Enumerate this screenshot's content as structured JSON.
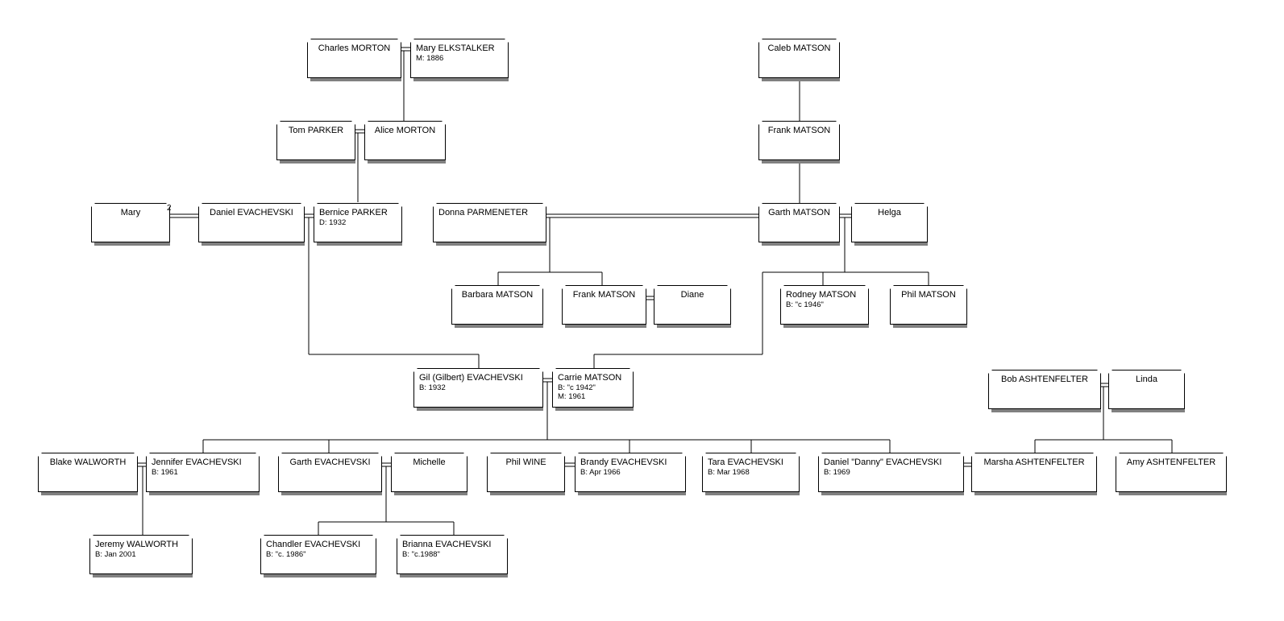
{
  "people": {
    "charles_morton": {
      "name": "Charles MORTON"
    },
    "mary_elkstalker": {
      "name": "Mary ELKSTALKER",
      "events": [
        "M: 1886"
      ]
    },
    "caleb_matson": {
      "name": "Caleb MATSON"
    },
    "tom_parker": {
      "name": "Tom PARKER"
    },
    "alice_morton": {
      "name": "Alice MORTON"
    },
    "frank_matson_sr": {
      "name": "Frank MATSON"
    },
    "mary": {
      "name": "Mary"
    },
    "daniel_evachevski_sr": {
      "name": "Daniel EVACHEVSKI"
    },
    "bernice_parker": {
      "name": "Bernice PARKER",
      "events": [
        "D: 1932"
      ]
    },
    "donna_parmeneter": {
      "name": "Donna PARMENETER"
    },
    "garth_matson": {
      "name": "Garth MATSON"
    },
    "helga": {
      "name": "Helga"
    },
    "barbara_matson": {
      "name": "Barbara MATSON"
    },
    "frank_matson_jr": {
      "name": "Frank MATSON"
    },
    "diane": {
      "name": "Diane"
    },
    "rodney_matson": {
      "name": "Rodney MATSON",
      "events": [
        "B: \"c 1946\""
      ]
    },
    "phil_matson": {
      "name": "Phil MATSON"
    },
    "gil_evachevski": {
      "name": "Gil (Gilbert) EVACHEVSKI",
      "events": [
        "B: 1932"
      ]
    },
    "carrie_matson": {
      "name": "Carrie MATSON",
      "events": [
        "B: \"c 1942\"",
        "M: 1961"
      ]
    },
    "bob_ashtenfelter": {
      "name": "Bob ASHTENFELTER"
    },
    "linda": {
      "name": "Linda"
    },
    "blake_walworth": {
      "name": "Blake WALWORTH"
    },
    "jennifer_evachevski": {
      "name": "Jennifer EVACHEVSKI",
      "events": [
        "B: 1961"
      ]
    },
    "garth_evachevski": {
      "name": "Garth EVACHEVSKI"
    },
    "michelle": {
      "name": "Michelle"
    },
    "phil_wine": {
      "name": "Phil WINE"
    },
    "brandy_evachevski": {
      "name": "Brandy EVACHEVSKI",
      "events": [
        "B: Apr 1966"
      ]
    },
    "tara_evachevski": {
      "name": "Tara EVACHEVSKI",
      "events": [
        "B: Mar 1968"
      ]
    },
    "danny_evachevski": {
      "name": "Daniel \"Danny\" EVACHEVSKI",
      "events": [
        "B: 1969"
      ]
    },
    "marsha_ashtenfelter": {
      "name": "Marsha ASHTENFELTER"
    },
    "amy_ashtenfelter": {
      "name": "Amy ASHTENFELTER"
    },
    "jeremy_walworth": {
      "name": "Jeremy WALWORTH",
      "events": [
        "B: Jan 2001"
      ]
    },
    "chandler_evachevski": {
      "name": "Chandler EVACHEVSKI",
      "events": [
        "B: \"c. 1986\""
      ]
    },
    "brianna_evachevski": {
      "name": "Brianna EVACHEVSKI",
      "events": [
        "B: \"c.1988\""
      ]
    }
  },
  "marriage_marks": {
    "mary_daniel": "2"
  },
  "colors": {
    "line": "#000000",
    "box_border": "#000000",
    "box_shadow": "#808080"
  }
}
